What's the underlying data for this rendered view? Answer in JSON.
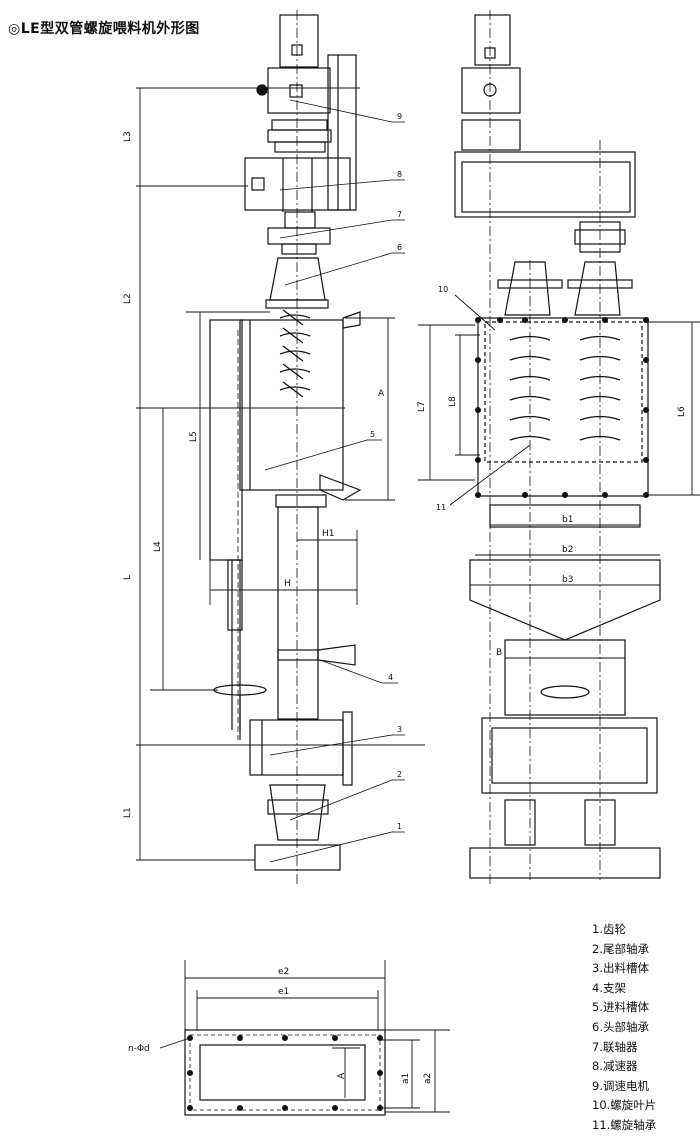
{
  "title": "◎LE型双管螺旋喂料机外形图",
  "legend": [
    "1.齿轮",
    "2.尾部轴承",
    "3.出料槽体",
    "4.支架",
    "5.进料槽体",
    "6.头部轴承",
    "7.联轴器",
    "8.减速器",
    "9.调速电机",
    "10.螺旋叶片",
    "11.螺旋轴承"
  ],
  "dims": {
    "L3": "L3",
    "L2": "L2",
    "L": "L",
    "L1": "L1",
    "L5": "L5",
    "L4": "L4",
    "A": "A",
    "H1": "H1",
    "H": "H",
    "L7": "L7",
    "L8": "L8",
    "L6": "L6",
    "b1": "b1",
    "b2": "b2",
    "b3": "b3",
    "B": "B",
    "e2": "e2",
    "e1": "e1",
    "nd": "n-Φd",
    "a1": "a1",
    "a2": "a2",
    "a": "A"
  },
  "callouts": [
    "1",
    "2",
    "3",
    "4",
    "5",
    "6",
    "7",
    "8",
    "9",
    "10",
    "11"
  ]
}
